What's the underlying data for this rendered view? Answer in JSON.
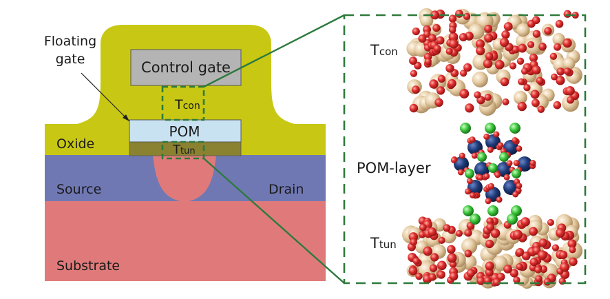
{
  "labels": {
    "floating_gate": [
      "Floating",
      "gate"
    ],
    "control_gate": "Control gate",
    "t_con": {
      "main": "T",
      "sub": "con"
    },
    "pom": "POM",
    "t_tun": {
      "main": "T",
      "sub": "tun"
    },
    "oxide": "Oxide",
    "source": "Source",
    "drain": "Drain",
    "substrate": "Substrate",
    "pom_layer": "POM-layer"
  },
  "colors": {
    "oxide": "#c8c814",
    "control_gate": "#b4b4b4",
    "pom": "#c8e2f2",
    "tunnel_oxide": "#8a8230",
    "source_drain": "#7078b4",
    "substrate": "#e07a7a",
    "zoom_frame": "#2e7a3c",
    "atom_oxygen": "#d42828",
    "atom_silicon": "#e8cfa8",
    "atom_tungsten": "#1e3a78",
    "atom_counterion": "#3cc43c"
  },
  "icons": [
    "pom-molecule-cluster",
    "sio2-lattice"
  ]
}
